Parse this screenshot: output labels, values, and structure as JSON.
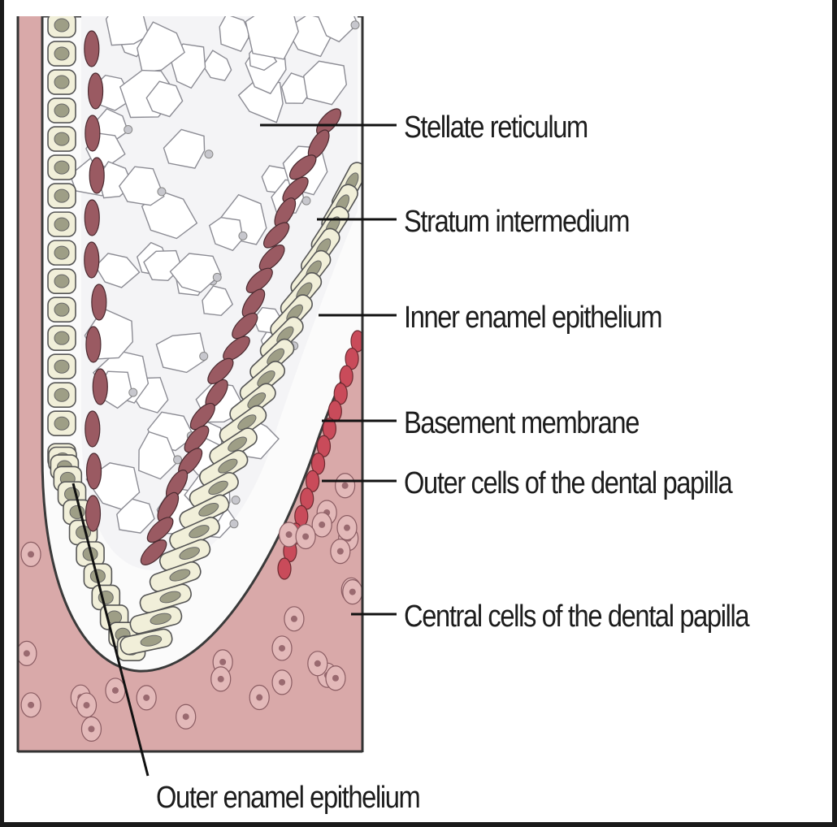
{
  "labels": {
    "stellate_reticulum": "Stellate reticulum",
    "stratum_intermedium": "Stratum intermedium",
    "inner_enamel_epithelium": "Inner enamel epithelium",
    "basement_membrane": "Basement membrane",
    "outer_cells_dental_papilla": "Outer cells of the dental papilla",
    "central_cells_dental_papilla": "Central cells of the dental papilla",
    "outer_enamel_epithelium": "Outer enamel epithelium"
  },
  "colors": {
    "papilla_tissue": "#d9a9a9",
    "enamel_cell": "#f1efd9",
    "dark_cell": "#9a5a62",
    "stellate_cell_body": "#c7c7cd",
    "outline": "#2a2a2a"
  }
}
